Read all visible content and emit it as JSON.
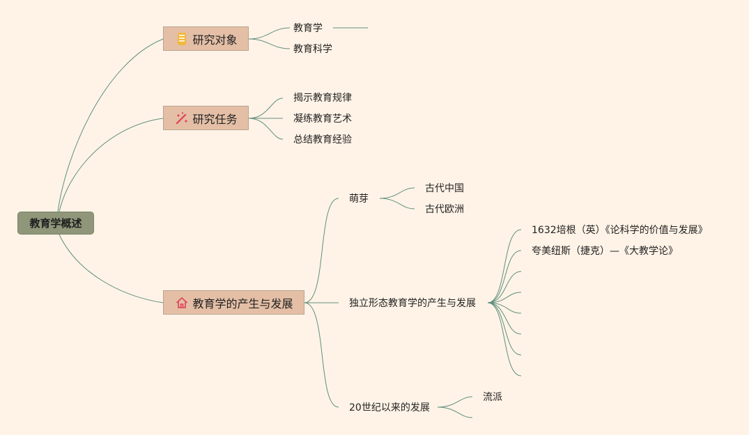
{
  "root": {
    "label": "教育学概述"
  },
  "branches": [
    {
      "label": "研究对象",
      "icon": "scroll-icon",
      "children": [
        "教育学",
        "教育科学"
      ]
    },
    {
      "label": "研究任务",
      "icon": "magic-wand-icon",
      "children": [
        "揭示教育规律",
        "凝练教育艺术",
        "总结教育经验"
      ]
    },
    {
      "label": "教育学的产生与发展",
      "icon": "house-icon",
      "children": [
        {
          "label": "萌芽",
          "children": [
            "古代中国",
            "古代欧洲"
          ]
        },
        {
          "label": "独立形态教育学的产生与发展",
          "children": [
            "1632培根（英）《论科学的价值与发展》",
            "夸美纽斯（捷克）—《大教学论》"
          ]
        },
        {
          "label": "20世纪以来的发展",
          "children": [
            "流派"
          ]
        }
      ]
    }
  ],
  "colors": {
    "background": "#fff3e7",
    "line": "#5f8f7d",
    "root": "#8f967a",
    "branch": "#e4bfa6"
  }
}
